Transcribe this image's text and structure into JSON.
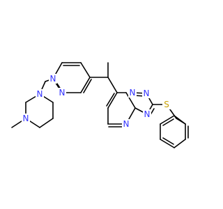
{
  "molecule": {
    "atom_colors": {
      "N": "#3232ff",
      "S": "#c8a000"
    },
    "labels": {
      "n_pip_top": "N",
      "n_pip_bottom": "N",
      "n_pyr_1": "N",
      "n_pyr_2": "N",
      "n_core_top": "N",
      "n_core_bridge": "N",
      "n_core_bottom": "N",
      "n_core_right": "N",
      "s_thioether": "S"
    }
  }
}
